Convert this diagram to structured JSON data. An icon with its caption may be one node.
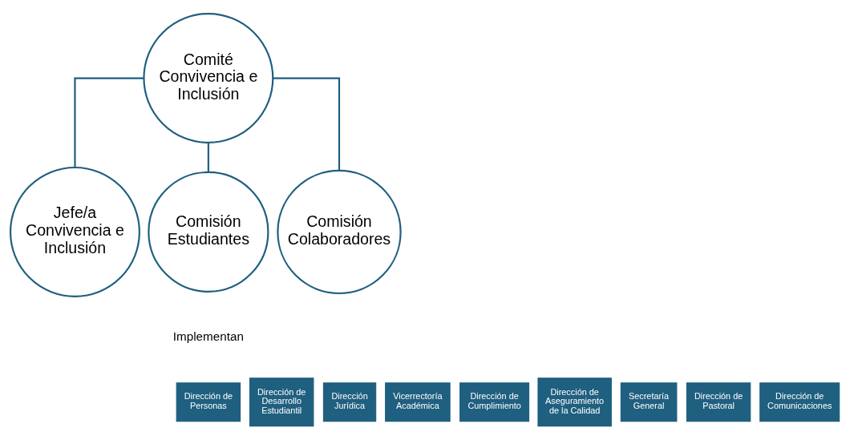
{
  "diagram": {
    "nodes": [
      {
        "text": [
          "Comité Convivencia e Inclusión"
        ]
      },
      {
        "text": [
          "Jefe/a Convivencia e Inclusión"
        ]
      },
      {
        "text": [
          "Comisión Estudiantes"
        ]
      },
      {
        "text": [
          "Comisión Colaboradores"
        ]
      },
      {
        "text": [
          "Dirección de Personas"
        ]
      },
      {
        "text": [
          "Dirección de Desarrollo Estudiantil"
        ]
      },
      {
        "text": [
          "Dirección Jurídica"
        ]
      },
      {
        "text": [
          "Vicerrectoría Académica"
        ]
      },
      {
        "text": [
          "Dirección de Cumplimiento"
        ]
      },
      {
        "text": [
          "Dirección de Aseguramiento de la Calidad"
        ]
      },
      {
        "text": [
          "Secretaría General"
        ]
      },
      {
        "text": [
          "Dirección de Pastoral"
        ]
      },
      {
        "text": [
          "Dirección de Comunicaciones"
        ]
      }
    ],
    "edges": [
      {
        "from": 0,
        "to": 1,
        "arrow": "none"
      },
      {
        "from": 0,
        "to": 2,
        "arrow": "none"
      },
      {
        "from": 0,
        "to": 3,
        "arrow": "none"
      }
    ],
    "labels": [
      "Implementan"
    ]
  }
}
